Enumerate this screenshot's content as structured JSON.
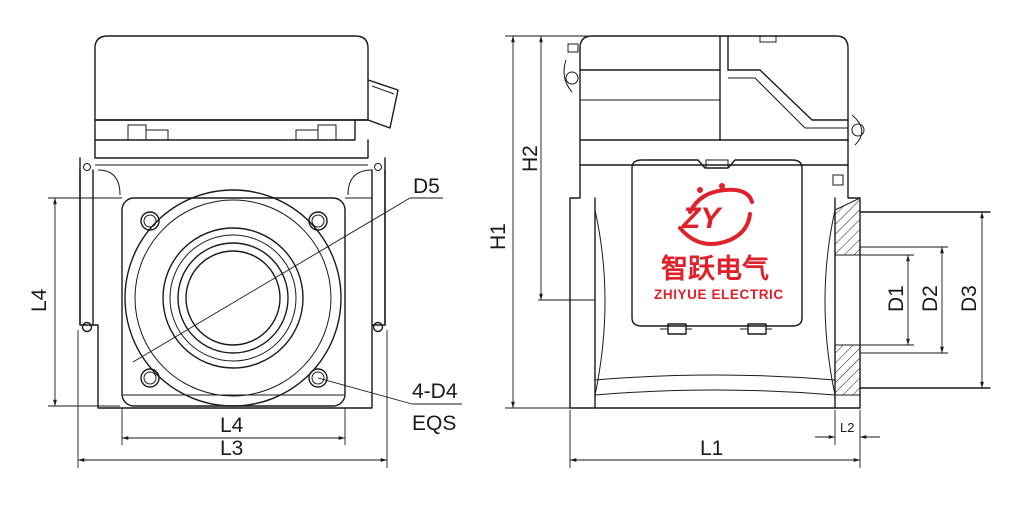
{
  "labels": {
    "d5": "D5",
    "l4_vertical": "L4",
    "l4_horizontal": "L4",
    "l3": "L3",
    "d4": "4-D4",
    "eqs": "EQS",
    "h1": "H1",
    "h2": "H2",
    "d1": "D1",
    "d2": "D2",
    "d3": "D3",
    "l1": "L1",
    "l2": "L2"
  },
  "logo": {
    "chinese_name": "智跃电气",
    "english_name": "ZHIYUE ELECTRIC",
    "mark": "ZY",
    "color": "#e0202a"
  },
  "colors": {
    "line": "#1a1a1a",
    "background": "#ffffff"
  }
}
